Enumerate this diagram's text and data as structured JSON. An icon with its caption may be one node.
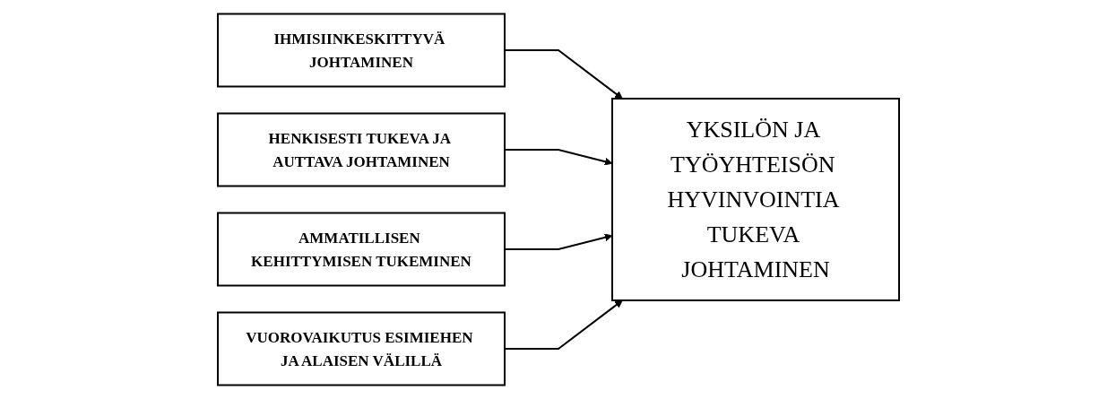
{
  "diagram": {
    "nodes": [
      {
        "text": [
          "IHMISIINKESKITTYVÄ JOHTAMINEN"
        ]
      },
      {
        "text": [
          "HENKISESTI TUKEVA JA AUTTAVA JOHTAMINEN"
        ]
      },
      {
        "text": [
          "AMMATILLISEN KEHITTYMISEN TUKEMINEN"
        ]
      },
      {
        "text": [
          "VUOROVAIKUTUS ESIMIEHEN JA ALAISEN VÄLILLÄ"
        ]
      },
      {
        "text": [
          "YKSILÖN JA TYÖYHTEISÖN HYVINVOINTIA TUKEVA JOHTAMINEN"
        ]
      }
    ],
    "edges": [
      {
        "from": 0,
        "to": 4,
        "arrow": "to"
      },
      {
        "from": 1,
        "to": 4,
        "arrow": "to"
      },
      {
        "from": 2,
        "to": 4,
        "arrow": "to"
      },
      {
        "from": 3,
        "to": 4,
        "arrow": "to"
      }
    ]
  }
}
